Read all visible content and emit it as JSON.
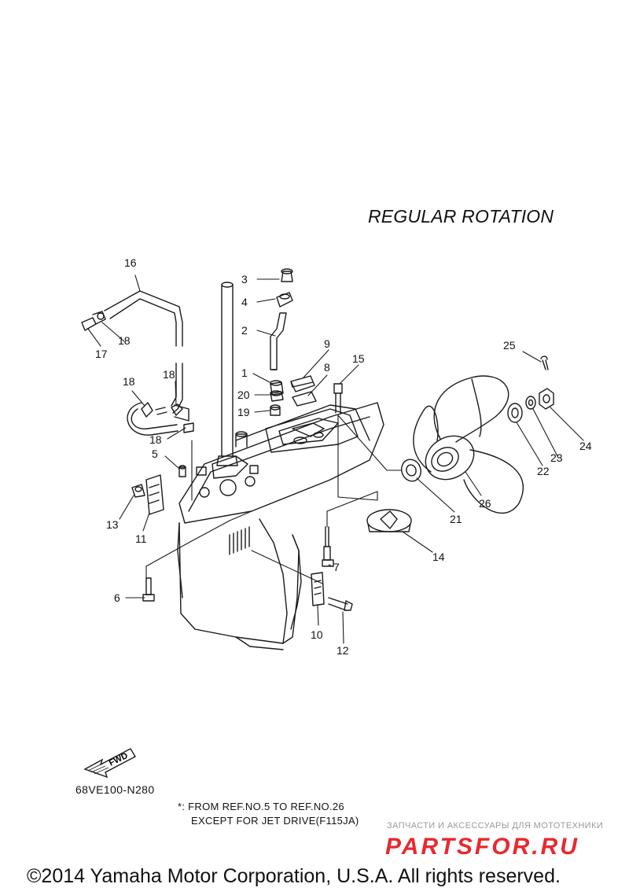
{
  "diagram": {
    "title": "REGULAR ROTATION",
    "drawing_code": "68VE100-N280",
    "note_line1": "*: FROM REF.NO.5 TO REF.NO.26",
    "note_line2": "EXCEPT FOR JET DRIVE(F115JA)",
    "fwd_label": "FWD",
    "copyright": "©2014 Yamaha Motor Corporation, U.S.A. All rights reserved.",
    "callouts": [
      "1",
      "2",
      "3",
      "4",
      "5",
      "6",
      "7",
      "8",
      "9",
      "10",
      "11",
      "12",
      "13",
      "14",
      "15",
      "16",
      "17",
      "18",
      "18",
      "18",
      "19",
      "20",
      "21",
      "22",
      "23",
      "24",
      "25",
      "26"
    ]
  },
  "watermark": {
    "tagline": "ЗАПЧАСТИ И АКСЕССУАРЫ ДЛЯ МОТОТЕХНИКИ",
    "brand": "PARTSFOR.RU",
    "brand_color": "#e8292f"
  },
  "colors": {
    "line": "#1a1a1a",
    "background": "#ffffff"
  }
}
